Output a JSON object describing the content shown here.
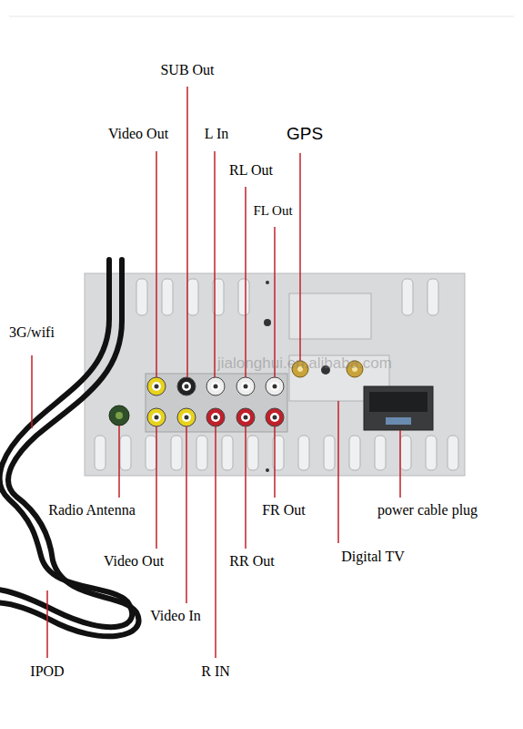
{
  "diagram": {
    "labels": [
      "SUB Out",
      "Video Out",
      "L In",
      "GPS",
      "RL Out",
      "FL Out",
      "3G/wifi",
      "Radio Antenna",
      "Video Out",
      "IPOD",
      "Video In",
      "RR Out",
      "FR Out",
      "R IN",
      "Digital TV",
      "power cable plug",
      "jialonghui.en.alibaba.com"
    ]
  }
}
